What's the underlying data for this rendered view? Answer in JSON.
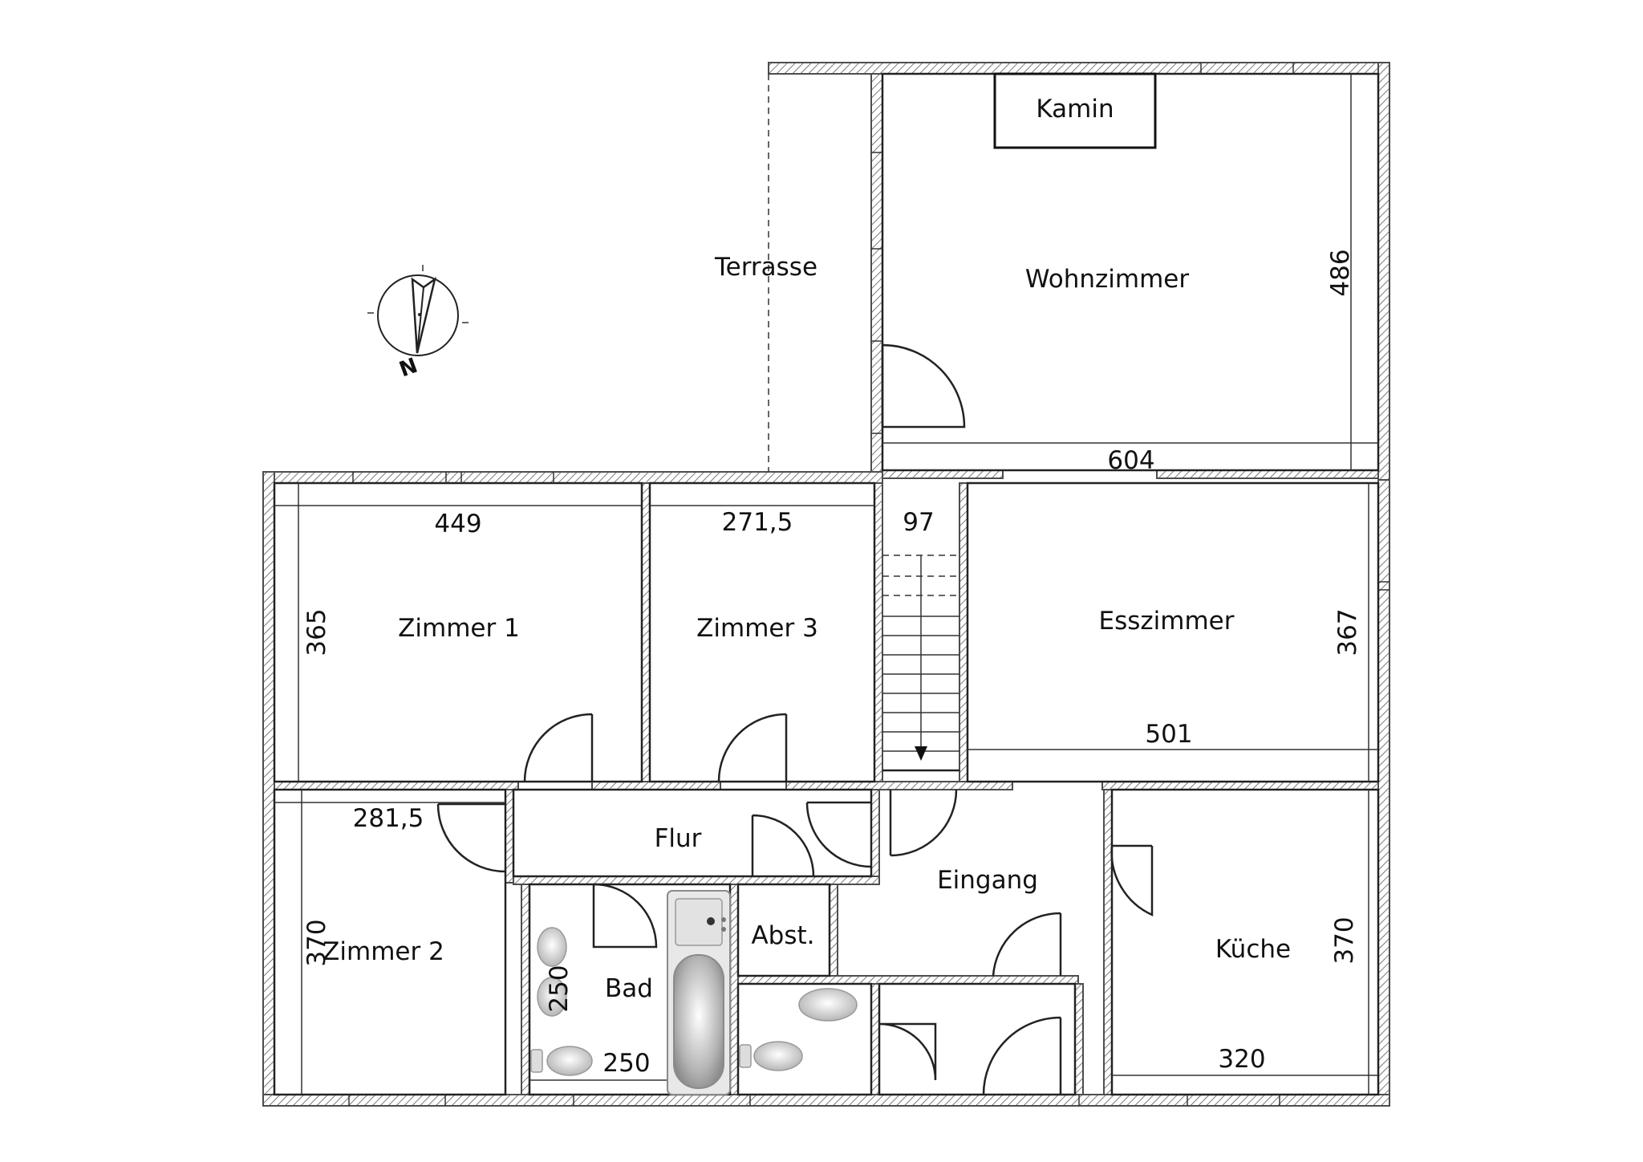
{
  "rooms": {
    "kamin": "Kamin",
    "terrasse": "Terrasse",
    "wohnzimmer": "Wohnzimmer",
    "zimmer1": "Zimmer 1",
    "zimmer3": "Zimmer 3",
    "esszimmer": "Esszimmer",
    "flur": "Flur",
    "eingang": "Eingang",
    "zimmer2": "Zimmer 2",
    "abst": "Abst.",
    "bad": "Bad",
    "kueche": "Küche"
  },
  "dimensions": {
    "wohnzimmer_height": "486",
    "wohnzimmer_width": "604",
    "zimmer1_width": "449",
    "zimmer3_width": "271,5",
    "stair_width": "97",
    "zimmer1_height": "365",
    "esszimmer_height": "367",
    "esszimmer_width": "501",
    "zimmer2_width": "281,5",
    "zimmer2_height": "370",
    "bad_height": "250",
    "bad_width": "250",
    "kueche_height": "370",
    "kueche_width": "320"
  },
  "compass": {
    "north_label": "N"
  },
  "colors": {
    "wall_hatch": "#7a7a7a",
    "line": "#222222"
  }
}
